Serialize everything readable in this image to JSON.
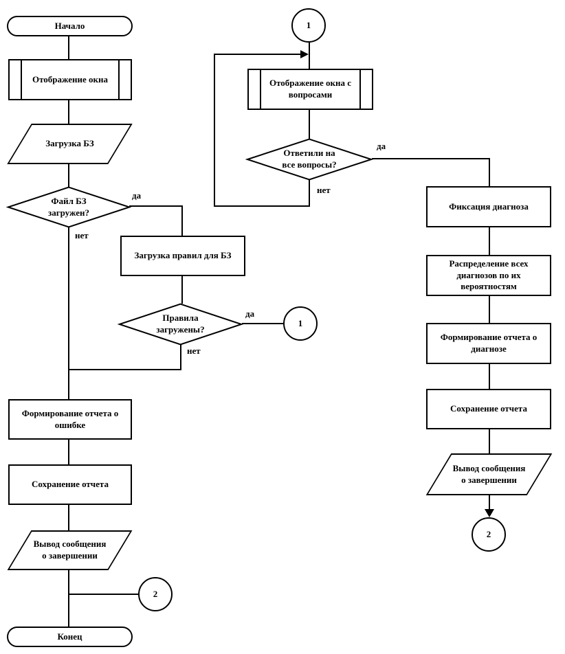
{
  "colors": {
    "line": "#000000",
    "background": "#ffffff"
  },
  "branch_labels": {
    "yes": "да",
    "no": "нет"
  },
  "connector_labels": {
    "one": "1",
    "two": "2"
  },
  "nodes": {
    "start": "Начало",
    "display_window": "Отображение окна",
    "load_kb": "Загрузка БЗ",
    "kb_file_loaded": "Файл БЗ\nзагружен?",
    "load_rules": "Загрузка правил для БЗ",
    "rules_loaded": "Правила\nзагружены?",
    "error_report": "Формирование отчета о\nошибке",
    "save_report_left": "Сохранение отчета",
    "output_message_left": "Вывод сообщения\nо завершении",
    "end": "Конец",
    "display_questions": "Отображение окна с\nвопросами",
    "answered_all": "Ответили на\nвсе вопросы?",
    "fix_diagnosis": "Фиксация диагноза",
    "distribute_diagnoses": "Распределение всех\nдиагнозов по их\nвероятностям",
    "diagnosis_report": "Формирование отчета о\nдиагнозе",
    "save_report_right": "Сохранение отчета",
    "output_message_right": "Вывод сообщения\nо завершении"
  }
}
